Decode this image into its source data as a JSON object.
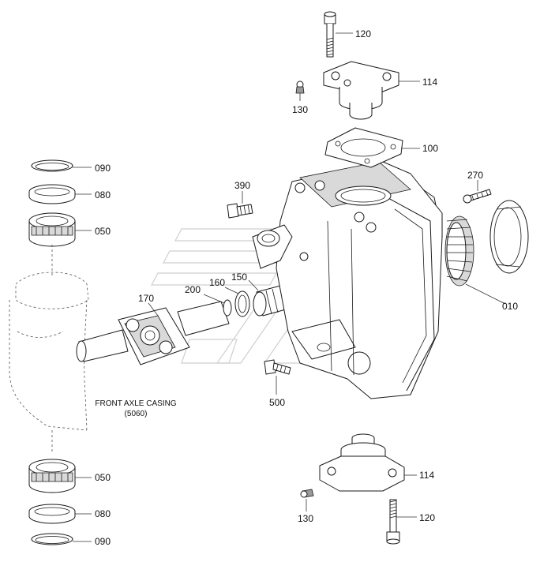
{
  "diagram": {
    "caption_line1": "FRONT AXLE CASING",
    "caption_line2": "(5060)",
    "callouts": {
      "c120_top": "120",
      "c114_top": "114",
      "c130_top": "130",
      "c100": "100",
      "c270": "270",
      "c390": "390",
      "c090_top": "090",
      "c080_top": "080",
      "c050_top": "050",
      "c200": "200",
      "c160": "160",
      "c150": "150",
      "c170": "170",
      "c010": "010",
      "c500": "500",
      "c050_bot": "050",
      "c080_bot": "080",
      "c090_bot": "090",
      "c114_bot": "114",
      "c130_bot": "130",
      "c120_bot": "120"
    }
  }
}
